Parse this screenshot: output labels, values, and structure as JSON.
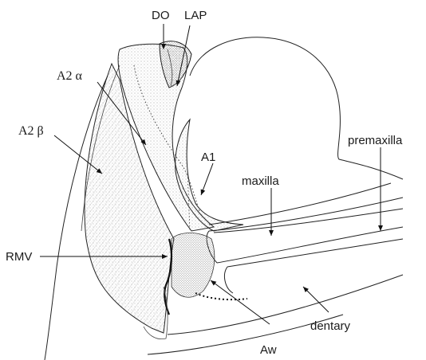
{
  "figure": {
    "labels": {
      "do": "DO",
      "lap": "LAP",
      "a2_alpha": "A2 α",
      "a2_beta": "A2 β",
      "a1": "A1",
      "premaxilla": "premaxilla",
      "maxilla": "maxilla",
      "rmv": "RMV",
      "aw": "Aw",
      "dentary": "dentary"
    }
  }
}
